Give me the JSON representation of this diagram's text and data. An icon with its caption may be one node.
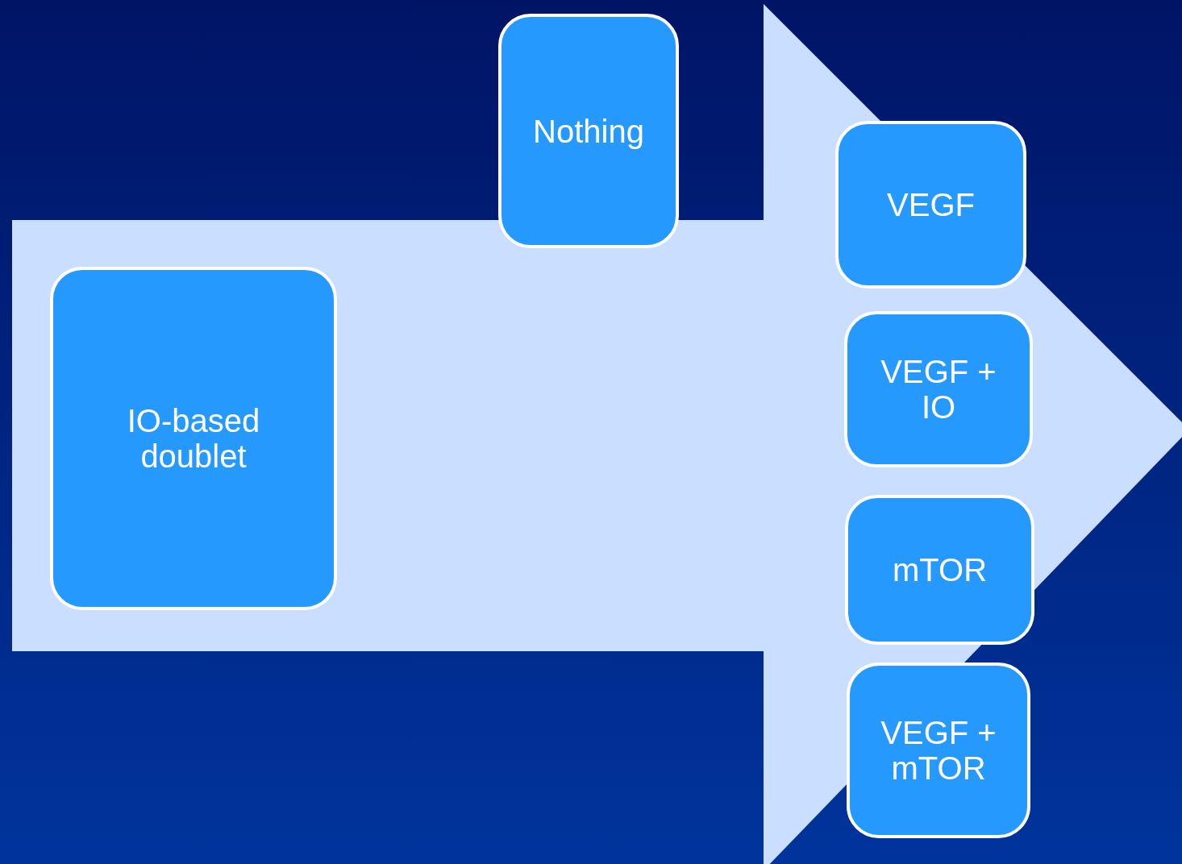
{
  "diagram": {
    "nodes": [
      {
        "text": [
          "IO-based doublet"
        ]
      },
      {
        "text": [
          "Nothing"
        ]
      },
      {
        "text": [
          "VEGF"
        ]
      },
      {
        "text": [
          "VEGF + IO"
        ]
      },
      {
        "text": [
          "mTOR"
        ]
      },
      {
        "text": [
          "VEGF + mTOR"
        ]
      }
    ]
  }
}
